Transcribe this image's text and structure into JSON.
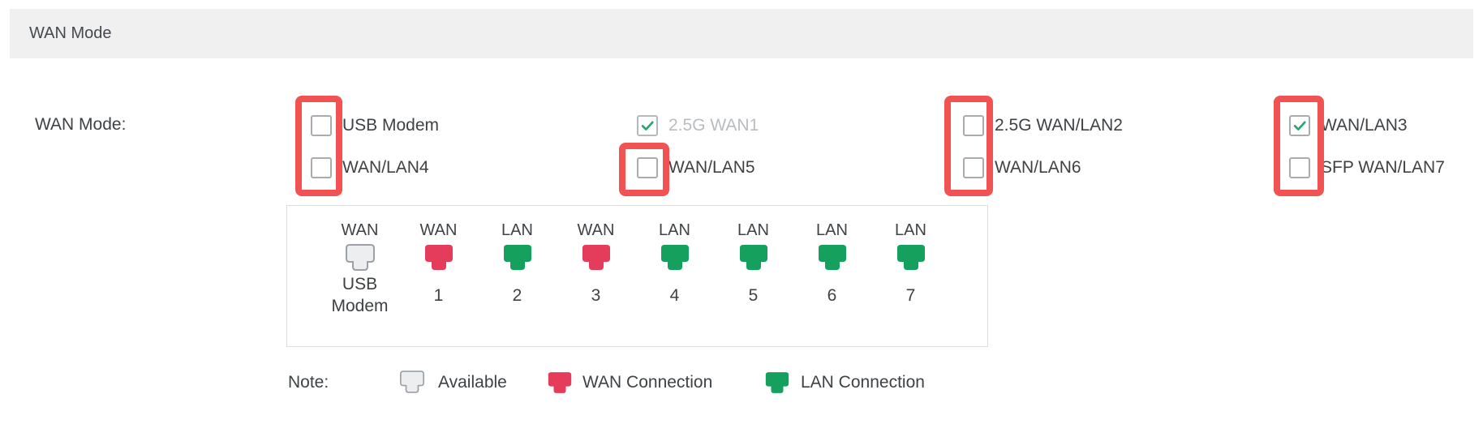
{
  "header": {
    "title": "WAN Mode"
  },
  "form": {
    "label": "WAN Mode:",
    "checkboxes": [
      {
        "label": "USB Modem",
        "checked": false,
        "disabled": false,
        "highlighted": true
      },
      {
        "label": "2.5G WAN1",
        "checked": true,
        "disabled": true,
        "highlighted": false
      },
      {
        "label": "2.5G WAN/LAN2",
        "checked": false,
        "disabled": false,
        "highlighted": true
      },
      {
        "label": "WAN/LAN3",
        "checked": true,
        "disabled": false,
        "highlighted": true
      },
      {
        "label": "WAN/LAN4",
        "checked": false,
        "disabled": false,
        "highlighted": true
      },
      {
        "label": "WAN/LAN5",
        "checked": false,
        "disabled": false,
        "highlighted": true
      },
      {
        "label": "WAN/LAN6",
        "checked": false,
        "disabled": false,
        "highlighted": true
      },
      {
        "label": "SFP WAN/LAN7",
        "checked": false,
        "disabled": false,
        "highlighted": true
      }
    ]
  },
  "port_diagram": {
    "ports": [
      {
        "top_label": "WAN",
        "type": "available",
        "bottom_label": "USB Modem"
      },
      {
        "top_label": "WAN",
        "type": "wan",
        "bottom_label": "1"
      },
      {
        "top_label": "LAN",
        "type": "lan",
        "bottom_label": "2"
      },
      {
        "top_label": "WAN",
        "type": "wan",
        "bottom_label": "3"
      },
      {
        "top_label": "LAN",
        "type": "lan",
        "bottom_label": "4"
      },
      {
        "top_label": "LAN",
        "type": "lan",
        "bottom_label": "5"
      },
      {
        "top_label": "LAN",
        "type": "lan",
        "bottom_label": "6"
      },
      {
        "top_label": "LAN",
        "type": "lan",
        "bottom_label": "7"
      }
    ]
  },
  "legend": {
    "label": "Note:",
    "items": [
      {
        "label": "Available",
        "type": "available"
      },
      {
        "label": "WAN Connection",
        "type": "wan"
      },
      {
        "label": "LAN Connection",
        "type": "lan"
      }
    ]
  },
  "colors": {
    "wan": "#e63c5c",
    "lan": "#16a05d",
    "available_fill": "#edeeef",
    "available_border": "#9ba1a6",
    "annotation": "#f25252",
    "check": "#2aa471",
    "disabled_text": "#b9bdc0"
  }
}
